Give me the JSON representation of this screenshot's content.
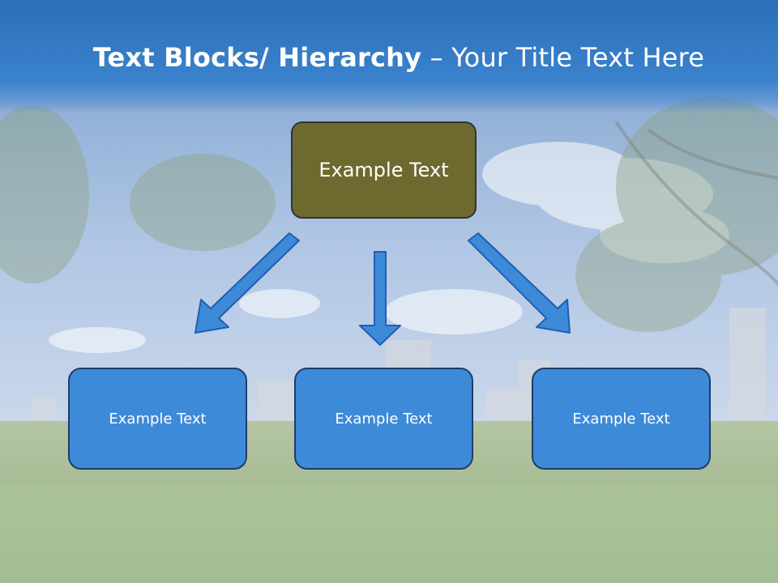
{
  "slide": {
    "title_bold": "Text Blocks/ Hierarchy",
    "title_rest": " – Your Title Text Here"
  },
  "hierarchy": {
    "root": {
      "label": "Example Text"
    },
    "children": [
      {
        "label": "Example Text"
      },
      {
        "label": "Example Text"
      },
      {
        "label": "Example Text"
      }
    ]
  },
  "colors": {
    "title_band": "#2c6fb8",
    "root_box_fill": "#6e6a2f",
    "child_box_fill": "#3d8ad9",
    "child_box_border": "#1f3c66",
    "arrow_fill": "#3d8ad9"
  }
}
